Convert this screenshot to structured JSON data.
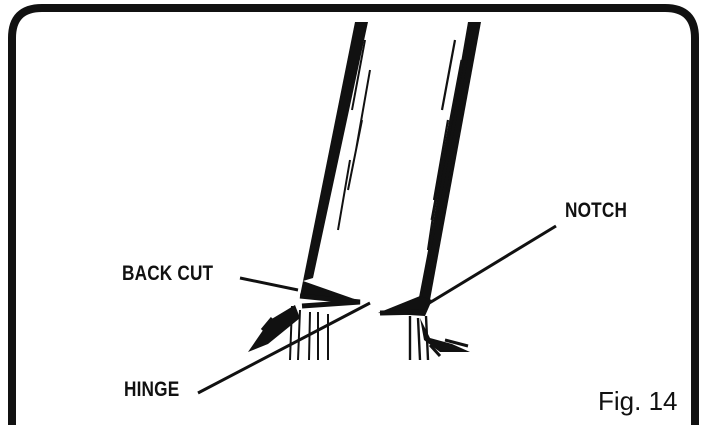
{
  "labels": {
    "back_cut": "BACK CUT",
    "notch": "NOTCH",
    "hinge": "HINGE",
    "figure": "Fig. 14"
  },
  "colors": {
    "ink": "#111111",
    "background": "#ffffff"
  }
}
